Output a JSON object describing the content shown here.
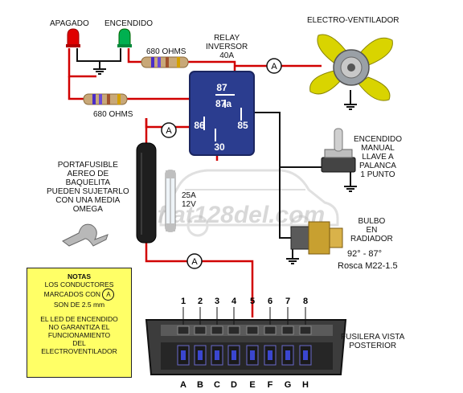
{
  "labels": {
    "apagado": "APAGADO",
    "encendido": "ENCENDIDO",
    "electroventilador": "ELECTRO-VENTILADOR",
    "relay": [
      "RELAY",
      "INVERSOR",
      "40A"
    ],
    "res_top": "680 OHMS",
    "res_bottom": "680 OHMS",
    "encendido_manual": [
      "ENCENDIDO",
      "MANUAL",
      "LLAVE A",
      "PALANCA",
      "1 PUNTO"
    ],
    "portafusible": [
      "PORTAFUSIBLE",
      "AEREO DE",
      "BAQUELITA",
      "PUEDEN SUJETARLO",
      "CON UNA MEDIA",
      "OMEGA"
    ],
    "fuse": [
      "25A",
      "12V"
    ],
    "bulbo": [
      "BULBO",
      "EN",
      "RADIADOR"
    ],
    "bulbo_temp": "92° - 87°",
    "bulbo_rosca": "Rosca M22-1.5",
    "fusilera": [
      "FUSILERA VISTA",
      "POSTERIOR"
    ],
    "watermark": "fiat128del.com",
    "relay_pins": [
      "87",
      "87a",
      "86",
      "85",
      "30"
    ],
    "wire_marker": "A",
    "fuse_numbers": [
      "1",
      "2",
      "3",
      "4",
      "5",
      "6",
      "7",
      "8"
    ],
    "fuse_letters": [
      "A",
      "B",
      "C",
      "D",
      "E",
      "F",
      "G",
      "H"
    ]
  },
  "notes": {
    "title": "NOTAS",
    "line1": "LOS CONDUCTORES",
    "line2_pre": "MARCADOS CON",
    "line2_mark": "A",
    "line3": "SON DE 2.5 mm",
    "line4": "EL LED DE ENCENDIDO",
    "line5": "NO GARANTIZA EL",
    "line6": "FUNCIONAMIENTO",
    "line7": "DEL",
    "line8": "ELECTROVENTILADOR"
  },
  "colors": {
    "wire_red": "#d10000",
    "wire_black": "#111111",
    "relay_blue": "#2b3d8f",
    "fan_yellow": "#d9d400",
    "notes_yellow": "#ffff66",
    "led_red": "#e00000",
    "led_green": "#00b050",
    "fuse_box": "#3c3c3c"
  }
}
